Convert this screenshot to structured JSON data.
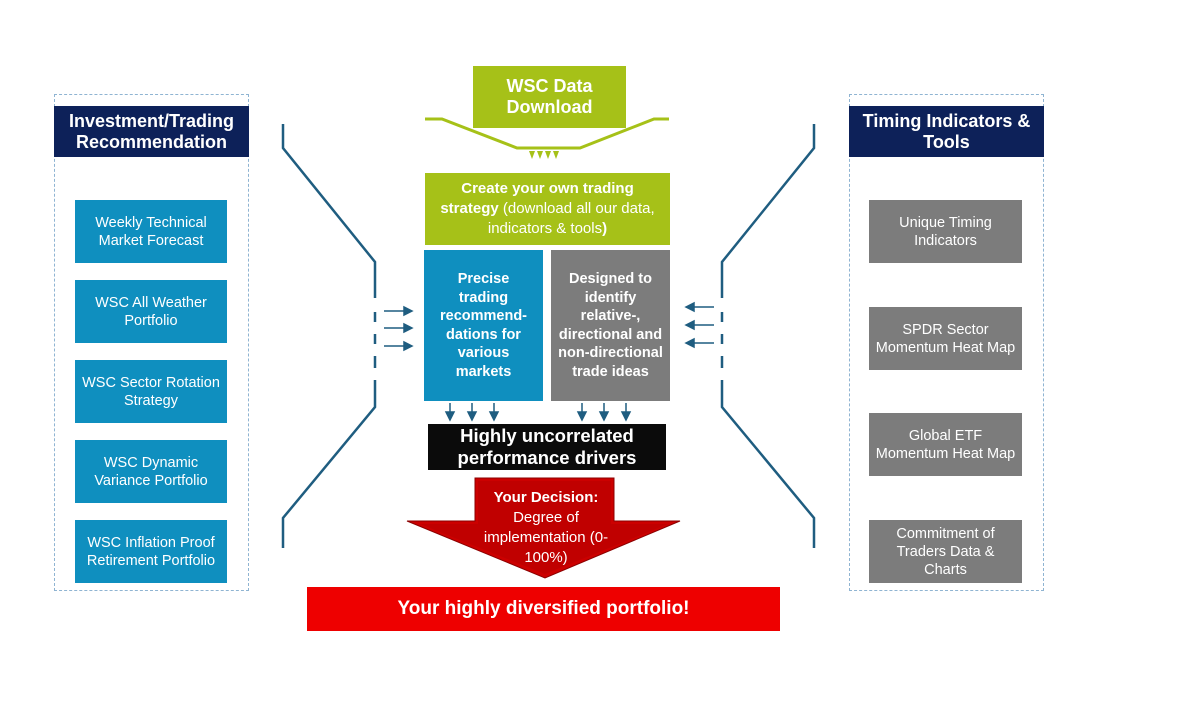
{
  "left_panel": {
    "title": "Investment/Trading Recommendation",
    "items": [
      "Weekly Technical Market Forecast",
      "WSC All Weather Portfolio",
      "WSC Sector Rotation Strategy",
      "WSC Dynamic Variance Portfolio",
      "WSC Inflation Proof Retirement Portfolio"
    ]
  },
  "right_panel": {
    "title": "Timing Indicators & Tools",
    "items": [
      "Unique Timing Indicators",
      "SPDR Sector Momentum Heat Map",
      "Global ETF Momentum Heat Map",
      "Commitment of Traders Data & Charts"
    ]
  },
  "center": {
    "data_download": "WSC Data Download",
    "strategy_bold": "Create your own trading strategy",
    "strategy_rest": " (download all our data, indicators & tools",
    "strategy_close": ")",
    "precise": "Precise trading recommend-dations for various markets",
    "designed": "Designed to identify relative-, directional and non-directional trade ideas",
    "drivers": "Highly uncorrelated performance drivers",
    "decision_lead": "Your Decision:",
    "decision_rest": "Degree of implementation (0-100%)",
    "final": "Your highly diversified portfolio!"
  },
  "colors": {
    "navy": "#0d2159",
    "blue": "#0f8fbf",
    "gray": "#7c7c7c",
    "green": "#a6c118",
    "red": "#ee0000",
    "dark_red": "#c00000",
    "black": "#0b0b0b",
    "connector": "#1f5d80"
  }
}
